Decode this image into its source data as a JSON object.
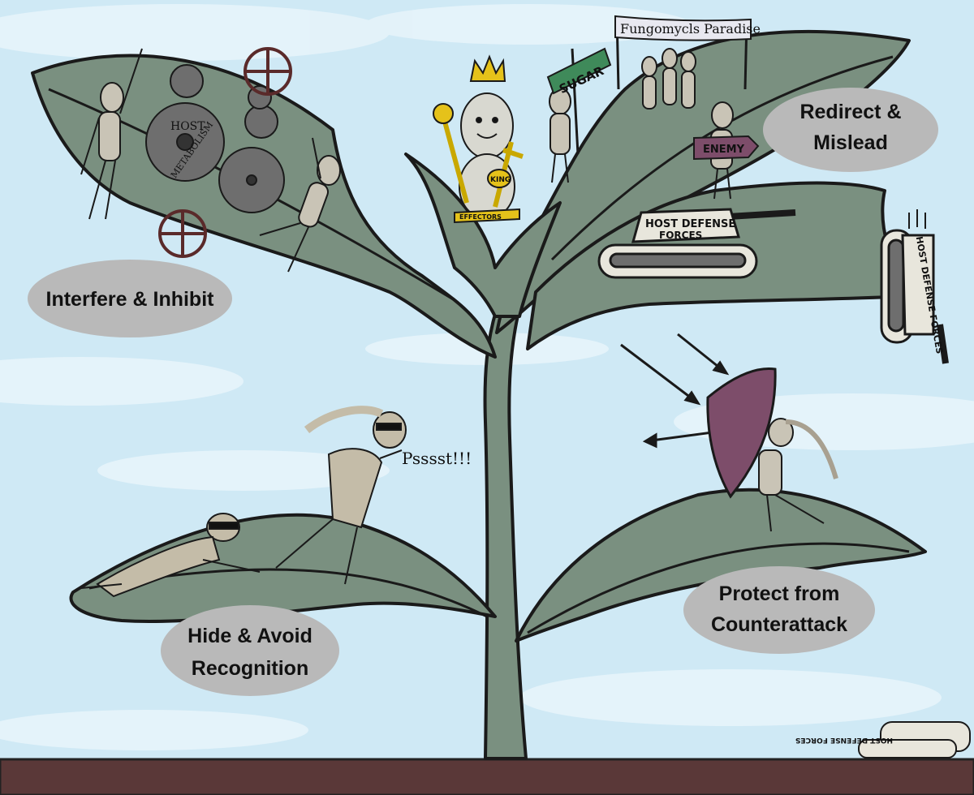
{
  "labels": {
    "interfere_inhibit": "Interfere & Inhibit",
    "redirect_mislead_1": "Redirect &",
    "redirect_mislead_2": "Mislead",
    "hide_avoid_1": "Hide & Avoid",
    "hide_avoid_2": "Recognition",
    "protect_1": "Protect from",
    "protect_2": "Counterattack"
  },
  "signs": {
    "paradise_banner": "Fungomycls Paradise",
    "sugar_flag": "SUGAR",
    "enemy_sign": "ENEMY",
    "host_defense_1": "HOST DEFENSE",
    "host_defense_2": "FORCES",
    "falling_tank": "HOST DEFENSE FORCES",
    "ground_tank": "HOST DEFENSE FORCES",
    "gear_1": "HOST",
    "gear_2": "METABOLISM",
    "king_badge": "KING",
    "king_sash": "EFFECTORS",
    "whisper": "Psssst!!!"
  },
  "colors": {
    "sky": "#cfe9f5",
    "plant": "#7a9080",
    "soil": "#5a3838",
    "oval": "#b9b9b9",
    "shield": "#7d4d6a",
    "sugar_flag": "#3f8a5a",
    "enemy_sign": "#7d4d6a",
    "crown": "#e5c21a",
    "gear": "#6e6e6e"
  }
}
